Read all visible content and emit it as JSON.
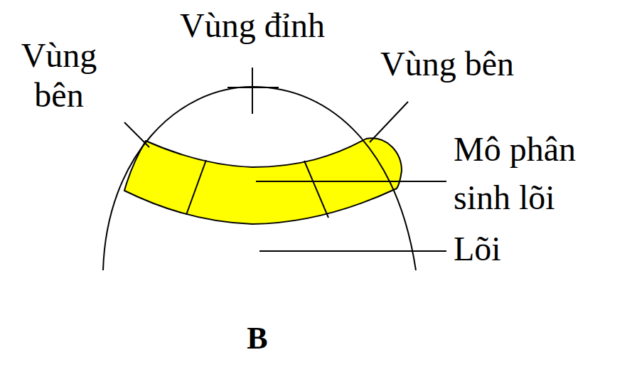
{
  "diagram": {
    "labels": [
      "Vùng đỉnh",
      "Vùng bên",
      "Vùng bên",
      "Mô phân sinh lõi",
      "Lõi",
      "B"
    ]
  }
}
